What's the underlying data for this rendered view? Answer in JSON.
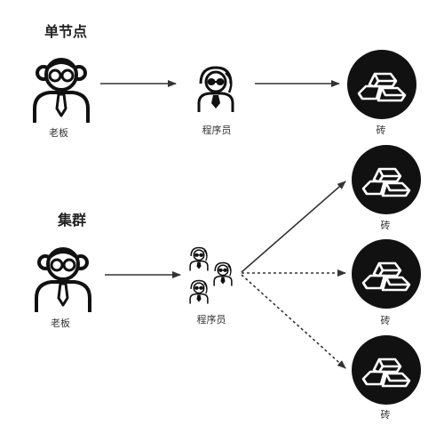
{
  "single": {
    "title": "单节点",
    "boss_label": "老板",
    "programmer_label": "程序员",
    "brick_label": "砖"
  },
  "cluster": {
    "title": "集群",
    "boss_label": "老板",
    "programmer_label": "程序员",
    "brick_labels": [
      "砖",
      "砖",
      "砖"
    ]
  },
  "colors": {
    "ink": "#111111",
    "label": "#333333",
    "background": "#ffffff"
  },
  "icons": [
    "boss-icon",
    "programmer-icon",
    "brick-icon",
    "arrow"
  ]
}
